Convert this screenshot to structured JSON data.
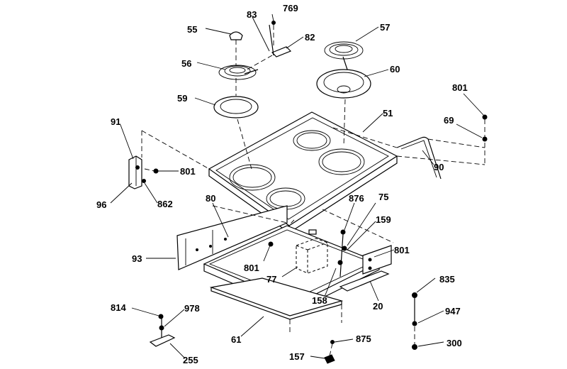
{
  "labels": {
    "p769": "769",
    "p83": "83",
    "p55": "55",
    "p82": "82",
    "p57": "57",
    "p56": "56",
    "p60": "60",
    "p59": "59",
    "p51": "51",
    "p801a": "801",
    "p69": "69",
    "p91": "91",
    "p801b": "801",
    "p90": "90",
    "p96": "96",
    "p862": "862",
    "p80": "80",
    "p876": "876",
    "p75": "75",
    "p159": "159",
    "p93": "93",
    "p801c": "801",
    "p801d": "801",
    "p77": "77",
    "p158": "158",
    "p20": "20",
    "p835": "835",
    "p814": "814",
    "p978": "978",
    "p947": "947",
    "p61": "61",
    "p875": "875",
    "p300": "300",
    "p157": "157",
    "p255": "255"
  }
}
